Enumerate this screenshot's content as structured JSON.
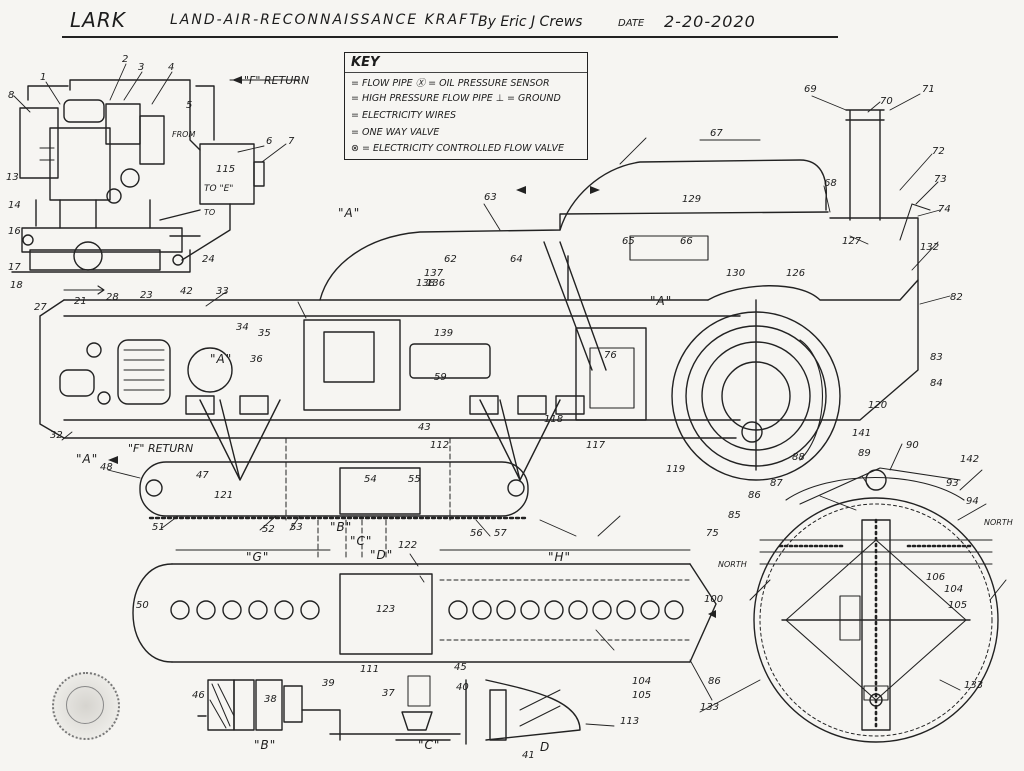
{
  "header": {
    "title": "LARK",
    "subtitle": "LAND-AIR-RECONNAISSANCE KRAFT",
    "byline": "By Eric J Crews",
    "date_label": "DATE",
    "date_value": "2-20-2020"
  },
  "key": {
    "title": "KEY",
    "rows": [
      "= FLOW PIPE   Ⓧ = OIL PRESSURE SENSOR",
      "= HIGH PRESSURE FLOW PIPE  ⊥ = GROUND",
      "= ELECTRICITY WIRES",
      "= ONE WAY VALVE",
      "⊗ = ELECTRICITY CONTROLLED FLOW VALVE"
    ]
  },
  "section_labels": {
    "a1": "\"A\"",
    "a2": "\"A\"",
    "a3": "\"A\"",
    "a4": "\"A\"",
    "b": "\"B\"",
    "c": "\"C\"",
    "d": "\"D\"",
    "g": "\"G\"",
    "h": "\"H\"",
    "b2": "\"B\"",
    "c2": "\"C\"",
    "d2": "D",
    "f_return_top": "\"F\" RETURN",
    "f_return_mid": "\"F\" RETURN",
    "from": "FROM",
    "to_e": "TO \"E\"",
    "to": "TO",
    "north1": "NORTH",
    "north2": "NORTH"
  },
  "callouts": [
    {
      "id": "c1",
      "t": "1"
    },
    {
      "id": "c2",
      "t": "2"
    },
    {
      "id": "c3",
      "t": "3"
    },
    {
      "id": "c4",
      "t": "4"
    },
    {
      "id": "c5",
      "t": "5"
    },
    {
      "id": "c6",
      "t": "6"
    },
    {
      "id": "c7",
      "t": "7"
    },
    {
      "id": "c8",
      "t": "8"
    },
    {
      "id": "c13",
      "t": "13"
    },
    {
      "id": "c14",
      "t": "14"
    },
    {
      "id": "c16",
      "t": "16"
    },
    {
      "id": "c17",
      "t": "17"
    },
    {
      "id": "c18",
      "t": "18"
    },
    {
      "id": "c27",
      "t": "27"
    },
    {
      "id": "c21",
      "t": "21"
    },
    {
      "id": "c28",
      "t": "28"
    },
    {
      "id": "c23",
      "t": "23"
    },
    {
      "id": "c24",
      "t": "24"
    },
    {
      "id": "c32",
      "t": "32"
    },
    {
      "id": "c33",
      "t": "33"
    },
    {
      "id": "c34",
      "t": "34"
    },
    {
      "id": "c35",
      "t": "35"
    },
    {
      "id": "c36",
      "t": "36"
    },
    {
      "id": "c42",
      "t": "42"
    },
    {
      "id": "c47",
      "t": "47"
    },
    {
      "id": "c48",
      "t": "48"
    },
    {
      "id": "c50",
      "t": "50"
    },
    {
      "id": "c51",
      "t": "51"
    },
    {
      "id": "c52",
      "t": "52"
    },
    {
      "id": "c53",
      "t": "53"
    },
    {
      "id": "c54",
      "t": "54"
    },
    {
      "id": "c55",
      "t": "55"
    },
    {
      "id": "c56",
      "t": "56"
    },
    {
      "id": "c57",
      "t": "57"
    },
    {
      "id": "c59",
      "t": "59"
    },
    {
      "id": "c62",
      "t": "62"
    },
    {
      "id": "c63",
      "t": "63"
    },
    {
      "id": "c64",
      "t": "64"
    },
    {
      "id": "c65",
      "t": "65"
    },
    {
      "id": "c66",
      "t": "66"
    },
    {
      "id": "c67",
      "t": "67"
    },
    {
      "id": "c68",
      "t": "68"
    },
    {
      "id": "c69",
      "t": "69"
    },
    {
      "id": "c70",
      "t": "70"
    },
    {
      "id": "c71",
      "t": "71"
    },
    {
      "id": "c72",
      "t": "72"
    },
    {
      "id": "c73",
      "t": "73"
    },
    {
      "id": "c74",
      "t": "74"
    },
    {
      "id": "c75",
      "t": "75"
    },
    {
      "id": "c76",
      "t": "76"
    },
    {
      "id": "c82",
      "t": "82"
    },
    {
      "id": "c83",
      "t": "83"
    },
    {
      "id": "c84",
      "t": "84"
    },
    {
      "id": "c85",
      "t": "85"
    },
    {
      "id": "c86",
      "t": "86"
    },
    {
      "id": "c87",
      "t": "87"
    },
    {
      "id": "c88",
      "t": "88"
    },
    {
      "id": "c89",
      "t": "89"
    },
    {
      "id": "c90",
      "t": "90"
    },
    {
      "id": "c93",
      "t": "93"
    },
    {
      "id": "c94",
      "t": "94"
    },
    {
      "id": "c100",
      "t": "100"
    },
    {
      "id": "c104",
      "t": "104"
    },
    {
      "id": "c105",
      "t": "105"
    },
    {
      "id": "c106",
      "t": "106"
    },
    {
      "id": "c112",
      "t": "112"
    },
    {
      "id": "c113",
      "t": "113"
    },
    {
      "id": "c117",
      "t": "117"
    },
    {
      "id": "c118",
      "t": "118"
    },
    {
      "id": "c119",
      "t": "119"
    },
    {
      "id": "c120",
      "t": "120"
    },
    {
      "id": "c121",
      "t": "121"
    },
    {
      "id": "c122",
      "t": "122"
    },
    {
      "id": "c123",
      "t": "123"
    },
    {
      "id": "c126",
      "t": "126"
    },
    {
      "id": "c127",
      "t": "127"
    },
    {
      "id": "c129",
      "t": "129"
    },
    {
      "id": "c130",
      "t": "130"
    },
    {
      "id": "c132",
      "t": "132"
    },
    {
      "id": "c133a",
      "t": "133"
    },
    {
      "id": "c133b",
      "t": "133"
    },
    {
      "id": "c136",
      "t": "136"
    },
    {
      "id": "c137",
      "t": "137"
    },
    {
      "id": "c138",
      "t": "138"
    },
    {
      "id": "c141",
      "t": "141"
    },
    {
      "id": "c142",
      "t": "142"
    },
    {
      "id": "c40",
      "t": "40"
    },
    {
      "id": "c41",
      "t": "41"
    },
    {
      "id": "c46",
      "t": "46"
    },
    {
      "id": "c37",
      "t": "37"
    },
    {
      "id": "c38",
      "t": "38"
    },
    {
      "id": "c39",
      "t": "39"
    },
    {
      "id": "c45",
      "t": "45"
    },
    {
      "id": "c111",
      "t": "111"
    },
    {
      "id": "c86b",
      "t": "86"
    },
    {
      "id": "c105b",
      "t": "105"
    },
    {
      "id": "c104b",
      "t": "104"
    },
    {
      "id": "c115",
      "t": "115"
    },
    {
      "id": "c139",
      "t": "139"
    },
    {
      "id": "c43",
      "t": "43"
    }
  ]
}
